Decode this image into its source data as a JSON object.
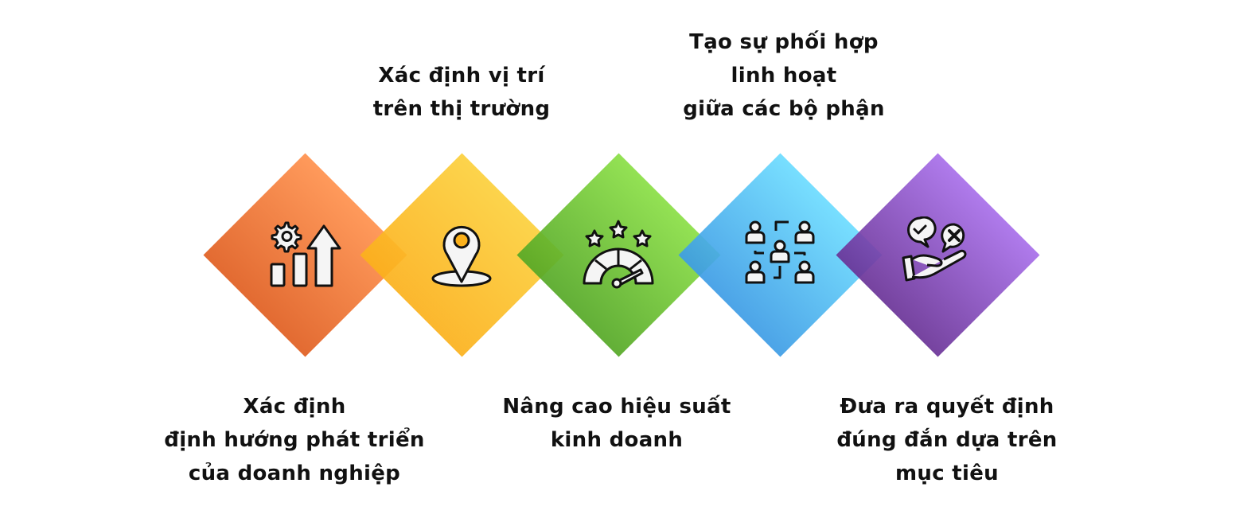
{
  "items": [
    {
      "label": "Xác định\nđịnh hướng phát triển\ncủa doanh nghiệp",
      "label_position": "bottom",
      "icon": "growth-chart-gear-icon",
      "color_top": "#E05E20",
      "color_bottom": "#FF914D"
    },
    {
      "label": "Xác định vị trí\ntrên thị trường",
      "label_position": "top",
      "icon": "location-pin-icon",
      "color_top": "#FBB11C",
      "color_bottom": "#FCD03C"
    },
    {
      "label": "Nâng cao hiệu suất\nkinh doanh",
      "label_position": "bottom",
      "icon": "performance-gauge-stars-icon",
      "color_top": "#55A826",
      "color_bottom": "#8ADF45"
    },
    {
      "label": "Tạo sự phối hợp\nlinh hoạt\ngiữa các bộ phận",
      "label_position": "top",
      "icon": "team-network-icon",
      "color_top": "#3D9CE5",
      "color_bottom": "#6CDCFF"
    },
    {
      "label": "Đưa ra quyết định\nđúng đắn dựa trên\nmục tiêu",
      "label_position": "bottom",
      "icon": "decision-hand-icon",
      "color_top": "#6A3397",
      "color_bottom": "#A86FEA"
    }
  ]
}
